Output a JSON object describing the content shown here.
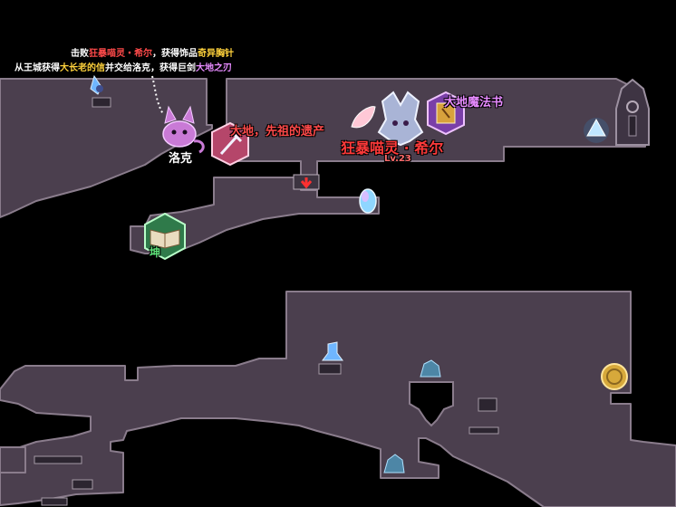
{
  "quest_notes": {
    "line1": {
      "prefix": "击败",
      "boss": "狂暴喵灵・希尔",
      "middle": "，获得饰品",
      "reward": "奇异胸针"
    },
    "line2": {
      "prefix": "从王城获得",
      "item": "大长老的信",
      "middle": "并交给洛克，获得巨剑",
      "reward": "大地之刃"
    }
  },
  "npc": {
    "name": "洛克",
    "icon": "cat-npc-icon"
  },
  "boss": {
    "name": "狂暴喵灵 · 希尔",
    "level": "Lv.23",
    "icon": "beast-boss-icon"
  },
  "items": {
    "heritage": {
      "label": "大地，先祖的遗产",
      "icon": "sword-emblem-icon"
    },
    "magic_book": {
      "label": "大地魔法书",
      "icon": "magic-book-icon"
    },
    "kun_book": {
      "label": "坤",
      "icon": "open-book-icon"
    }
  },
  "colors": {
    "terrain": "#4b3f4e",
    "terrain_edge": "#8a7c8c",
    "highlight_red": "#ff4a4a",
    "highlight_yellow": "#ffd23c",
    "highlight_purple": "#e78bff",
    "boss_name": "#ff3a3a",
    "book_green": "#5ee37a"
  }
}
